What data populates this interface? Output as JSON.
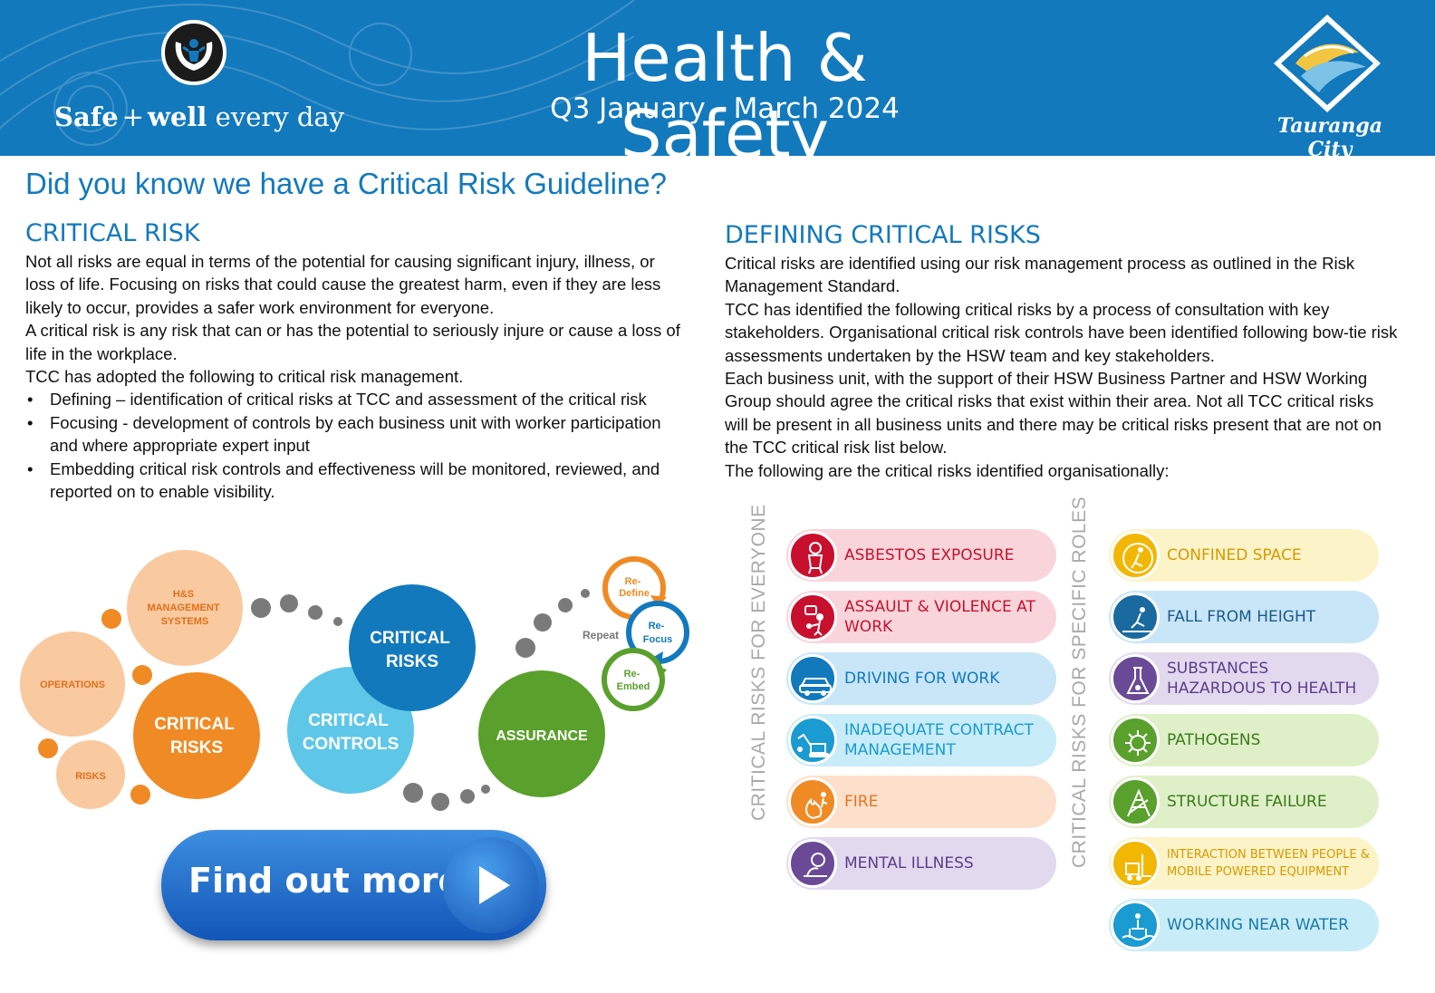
{
  "header": {
    "title": "Health & Safety",
    "subtitle": "Q3 January - March 2024",
    "tagline_bold1": "Safe",
    "tagline_plus": "+",
    "tagline_bold2": "well",
    "tagline_rest": "every day",
    "brand": "Tauranga City",
    "colors": {
      "header_bg": "#1279bd"
    }
  },
  "question": "Did you know we have a Critical Risk Guideline?",
  "left": {
    "heading": "CRITICAL RISK",
    "p1": "Not all risks are equal in terms of the potential for causing significant injury, illness, or loss of life. Focusing on risks that could cause the greatest harm, even if they are less likely to occur, provides a safer work environment for everyone.",
    "p2": "A critical risk is any risk that can or has the potential to seriously injure or cause a loss of life in the workplace.",
    "p3": "TCC has adopted the following to critical risk management.",
    "bullets": [
      "Defining – identification of critical risks at TCC and assessment of the critical risk",
      "Focusing - development of controls by each business unit with worker participation and where appropriate expert input",
      "Embedding critical risk controls and effectiveness will be monitored, reviewed, and reported on to enable visibility."
    ]
  },
  "right": {
    "heading": "DEFINING CRITICAL RISKS",
    "p1": "Critical risks are identified using our risk management process as outlined in the Risk Management Standard.",
    "p2": "TCC has identified the following critical risks by a process of consultation with key stakeholders. Organisational critical risk controls have been identified following bow-tie risk assessments undertaken by the HSW team and key stakeholders.",
    "p3": "Each business unit, with the support of their HSW Business Partner and HSW Working Group should agree the critical risks that exist within their area. Not all TCC critical risks will be present in all business units and there may be critical risks present that are not on the TCC critical risk list below.",
    "p4": "The following are the critical risks identified organisationally:"
  },
  "diagram": {
    "hs_line1": "H&S",
    "hs_line2": "MANAGEMENT",
    "hs_line3": "SYSTEMS",
    "operations": "OPERATIONS",
    "risks": "RISKS",
    "critical_risks_orange_1": "CRITICAL",
    "critical_risks_orange_2": "RISKS",
    "critical_risks_blue_1": "CRITICAL",
    "critical_risks_blue_2": "RISKS",
    "critical_controls_1": "CRITICAL",
    "critical_controls_2": "CONTROLS",
    "assurance": "ASSURANCE",
    "repeat": "Repeat",
    "redefine_1": "Re-",
    "redefine_2": "Define",
    "refocus_1": "Re-",
    "refocus_2": "Focus",
    "reembed_1": "Re-",
    "reembed_2": "Embed"
  },
  "cta": {
    "label": "Find out more"
  },
  "risk_lists": {
    "everyone_label": "CRITICAL RISKS FOR EVERYONE",
    "specific_label": "CRITICAL RISKS FOR SPECIFIC ROLES",
    "everyone": [
      {
        "label": "ASBESTOS EXPOSURE",
        "icon": "hazmat-suit-icon",
        "bg": "#f9d5db",
        "fg": "#c8102e",
        "ic": "#c8102e"
      },
      {
        "label": "ASSAULT & VIOLENCE AT WORK",
        "icon": "assault-icon",
        "bg": "#f9d5db",
        "fg": "#c8102e",
        "ic": "#c8102e"
      },
      {
        "label": "DRIVING FOR WORK",
        "icon": "car-icon",
        "bg": "#c8e6f8",
        "fg": "#1279bd",
        "ic": "#1279bd"
      },
      {
        "label": "INADEQUATE CONTRACT MANAGEMENT",
        "icon": "excavator-icon",
        "bg": "#c8ecf8",
        "fg": "#1a9bd1",
        "ic": "#1a9bd1"
      },
      {
        "label": "FIRE",
        "icon": "fire-icon",
        "bg": "#fde0cc",
        "fg": "#e8741a",
        "ic": "#f08a24"
      },
      {
        "label": "MENTAL ILLNESS",
        "icon": "brain-icon",
        "bg": "#e3d9ef",
        "fg": "#5b3d8a",
        "ic": "#6a4a96"
      }
    ],
    "specific": [
      {
        "label": "CONFINED SPACE",
        "icon": "confined-space-icon",
        "bg": "#fdf3c8",
        "fg": "#d49b00",
        "ic": "#f2b705",
        "small": false
      },
      {
        "label": "FALL FROM HEIGHT",
        "icon": "fall-icon",
        "bg": "#c8e6f8",
        "fg": "#1a5a8a",
        "ic": "#1a6aa0",
        "small": false
      },
      {
        "label": "SUBSTANCES HAZARDOUS TO HEALTH",
        "icon": "flask-icon",
        "bg": "#e3d9ef",
        "fg": "#5b3d8a",
        "ic": "#6a4a96",
        "small": false
      },
      {
        "label": "PATHOGENS",
        "icon": "virus-icon",
        "bg": "#dff0c8",
        "fg": "#3b7a1a",
        "ic": "#5aa02c",
        "small": false
      },
      {
        "label": "STRUCTURE FAILURE",
        "icon": "structure-icon",
        "bg": "#dff0c8",
        "fg": "#3b7a1a",
        "ic": "#5aa02c",
        "small": false
      },
      {
        "label": "INTERACTION BETWEEN PEOPLE & MOBILE POWERED EQUIPMENT",
        "icon": "forklift-icon",
        "bg": "#fdf3c8",
        "fg": "#d49b00",
        "ic": "#f2b705",
        "small": true
      },
      {
        "label": "WORKING NEAR WATER",
        "icon": "water-icon",
        "bg": "#c8ecf8",
        "fg": "#1a7aa8",
        "ic": "#1a9bd1",
        "small": false
      }
    ]
  }
}
